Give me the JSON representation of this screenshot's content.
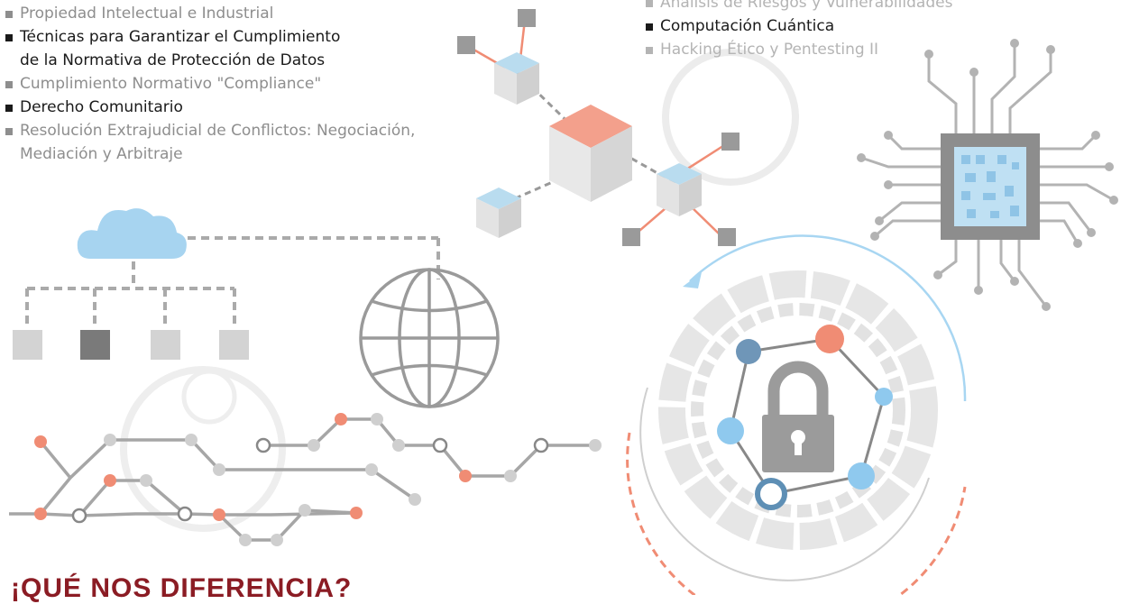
{
  "left_list": [
    {
      "text": "Propiedad Intelectual e Industrial",
      "tone": "grey"
    },
    {
      "text": "Técnicas para Garantizar el Cumplimiento",
      "tone": "dark"
    },
    {
      "text": "de la Normativa de Protección de Datos",
      "tone": "dark",
      "continuation": true
    },
    {
      "text": "Cumplimiento Normativo \"Compliance\"",
      "tone": "grey"
    },
    {
      "text": "Derecho Comunitario",
      "tone": "dark"
    },
    {
      "text": "Resolución Extrajudicial de Conflictos: Negociación,",
      "tone": "grey"
    },
    {
      "text": "Mediación y Arbitraje",
      "tone": "grey",
      "continuation": true
    }
  ],
  "right_list": [
    {
      "text": "Análisis de Riesgos y Vulnerabilidades",
      "tone": "light"
    },
    {
      "text": "Computación Cuántica",
      "tone": "dark"
    },
    {
      "text": "Hacking Ético y Pentesting II",
      "tone": "light"
    }
  ],
  "heading": "¡QUÉ NOS DIFERENCIA?",
  "colors": {
    "accent_red": "#8b1c24",
    "salmon": "#f08c74",
    "light_blue": "#9fd3ef",
    "grey": "#a9a9a9",
    "dark_grey": "#6e6e6e"
  },
  "icons": [
    "cloud-icon",
    "globe-icon",
    "padlock-icon",
    "microchip-icon",
    "cube-network-icon",
    "circuit-lines-icon"
  ]
}
